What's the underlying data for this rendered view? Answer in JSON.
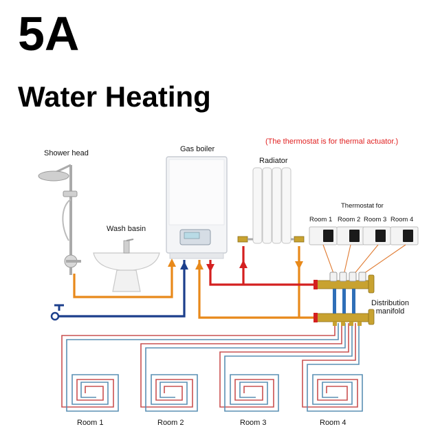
{
  "header": {
    "title": "5A",
    "subtitle": "Water Heating"
  },
  "labels": {
    "shower_head": "Shower head",
    "gas_boiler": "Gas boiler",
    "radiator": "Radiator",
    "wash_basin": "Wash basin",
    "thermostat_for": "Thermostat for",
    "note": "(The thermostat is for thermal actuator.)",
    "distribution_manifold": "Distribution\nmanifold"
  },
  "thermostat_rooms": [
    "Room 1",
    "Room 2",
    "Room 3",
    "Room 4"
  ],
  "floor_rooms": [
    "Room 1",
    "Room 2",
    "Room 3",
    "Room 4"
  ],
  "colors": {
    "hot_pipe": "#d42020",
    "warm_pipe": "#e8891a",
    "cold_pipe": "#1c3f8c",
    "loop_red": "#c95050",
    "loop_blue": "#5a8fb4",
    "thermostat_wire": "#e07a30",
    "manifold_brass": "#c8a230",
    "manifold_blue": "#2f6fb8"
  }
}
